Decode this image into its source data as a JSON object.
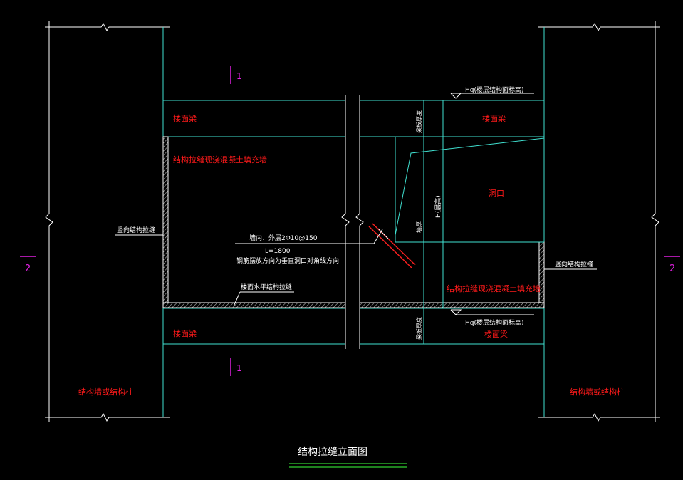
{
  "title": "结构拉缝立面图",
  "colors": {
    "background": "#000000",
    "line_white": "#ffffff",
    "line_cyan": "#40e0d0",
    "text_red": "#ff1a1a",
    "text_white": "#ffffff",
    "accent_magenta": "#e020e0",
    "title_underline": "#30d030",
    "hatch": "#cccccc"
  },
  "labels": {
    "section_mark_1": "1",
    "section_mark_2": "2",
    "beam_top_left": "楼面梁",
    "beam_top_right": "楼面梁",
    "beam_bottom_left": "楼面梁",
    "beam_bottom_right": "楼面梁",
    "infill_left": "结构拉缝现浇混凝土填充墙",
    "infill_right": "结构拉缝现浇混凝土填充墙",
    "column_left": "结构墙或结构柱",
    "column_right": "结构墙或结构柱",
    "opening": "洞口",
    "vertical_joint_left": "竖向结构拉缝",
    "vertical_joint_right": "竖向结构拉缝",
    "horizontal_joint": "楼面水平结构拉缝",
    "rebar_note": "墙内、外层2Φ10@150",
    "rebar_length": "L=1800",
    "rebar_direction": "钢筋摆放方向为垂直洞口对角线方向",
    "hq_top": "Hq(楼层结构面标高)",
    "hq_bottom": "Hq(楼层结构面标高)",
    "h_height": "H(层高)",
    "beam_depth_top": "梁板厚度",
    "beam_depth_bottom": "梁板厚度",
    "wall_thickness": "墙厚"
  }
}
